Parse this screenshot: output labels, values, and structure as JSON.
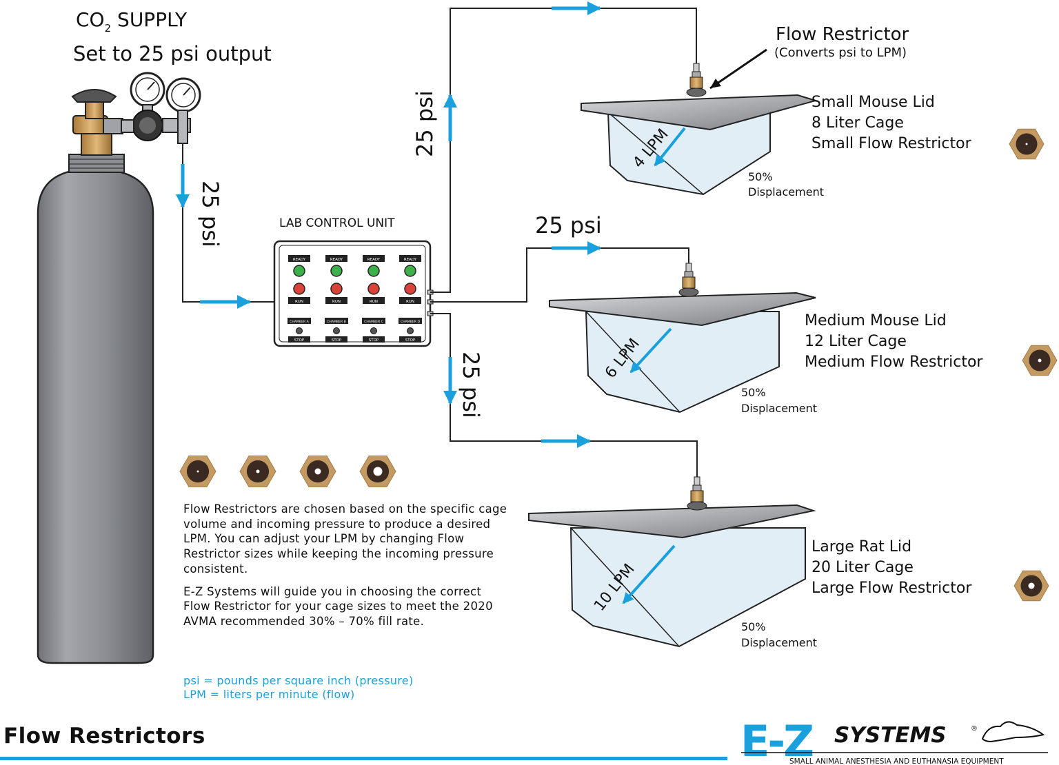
{
  "supply": {
    "title_prefix": "CO",
    "title_sub": "2",
    "title_suffix": " SUPPLY",
    "setting": "Set to 25 psi output"
  },
  "pressure_label": "25 psi",
  "control_unit": {
    "title": "LAB CONTROL UNIT",
    "ready_label": "READY",
    "run_label": "RUN",
    "stop_label": "STOP",
    "chambers": [
      "CHAMBER A",
      "CHAMBER B",
      "CHAMBER C",
      "CHAMBER D"
    ]
  },
  "flow_restrictor_callout": {
    "title": "Flow Restrictor",
    "subtitle": "(Converts psi to LPM)"
  },
  "cages": [
    {
      "lid": "Small Mouse Lid",
      "volume": "8 Liter Cage",
      "restrictor": "Small Flow Restrictor",
      "flow": "4 LPM",
      "displacement_pct": "50%",
      "displacement_label": "Displacement"
    },
    {
      "lid": "Medium Mouse Lid",
      "volume": "12 Liter Cage",
      "restrictor": "Medium Flow Restrictor",
      "flow": "6 LPM",
      "displacement_pct": "50%",
      "displacement_label": "Displacement"
    },
    {
      "lid": "Large Rat Lid",
      "volume": "20 Liter Cage",
      "restrictor": "Large Flow Restrictor",
      "flow": "10 LPM",
      "displacement_pct": "50%",
      "displacement_label": "Displacement"
    }
  ],
  "description": {
    "paragraph1": "Flow Restrictors are chosen based on the specific cage volume and incoming pressure to produce a desired LPM. You can adjust your LPM by changing Flow Restrictor sizes while keeping the incoming pressure consistent.",
    "paragraph2": "E-Z Systems will guide you in choosing the correct Flow Restrictor for your cage sizes to meet the 2020 AVMA recommended 30% – 70% fill rate."
  },
  "legend": {
    "psi": "psi = pounds per square inch (pressure)",
    "lpm": "LPM = liters per minute (flow)"
  },
  "footer": {
    "title": "Flow Restrictors"
  },
  "brand": {
    "mark": "E-Z",
    "name": "SYSTEMS",
    "registered": "®",
    "tagline": "SMALL ANIMAL ANESTHESIA AND EUTHANASIA EQUIPMENT"
  },
  "colors": {
    "arrow_blue": "#1ba0de",
    "brass": "#c79a57",
    "cylinder": "#8e9196",
    "ready_led": "#3cb04a",
    "run_led": "#d9433a"
  }
}
